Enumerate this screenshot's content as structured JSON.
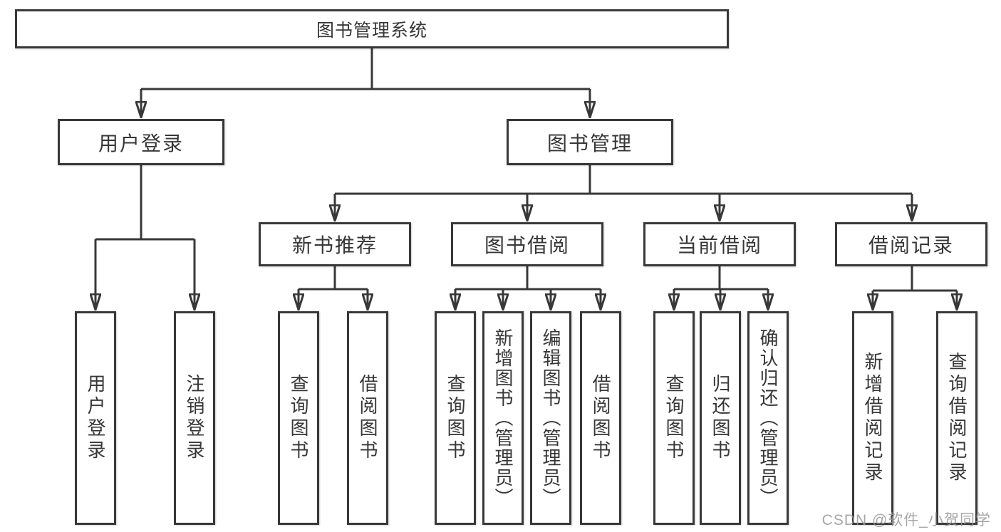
{
  "diagram": {
    "root": {
      "label": "图书管理系统"
    },
    "level2": [
      {
        "label": "用户登录"
      },
      {
        "label": "图书管理"
      }
    ],
    "level3": [
      {
        "label": "新书推荐"
      },
      {
        "label": "图书借阅"
      },
      {
        "label": "当前借阅"
      },
      {
        "label": "借阅记录"
      }
    ],
    "user_login_children": [
      {
        "label": "用户登录"
      },
      {
        "label": "注销登录"
      }
    ],
    "new_book_children": [
      {
        "label": "查询图书"
      },
      {
        "label": "借阅图书"
      }
    ],
    "book_borrow_children": [
      {
        "label": "查询图书"
      },
      {
        "label": "新增图书（管理员）"
      },
      {
        "label": "编辑图书（管理员）"
      },
      {
        "label": "借阅图书"
      }
    ],
    "current_borrow_children": [
      {
        "label": "查询图书"
      },
      {
        "label": "归还图书"
      },
      {
        "label": "确认归还（管理员）"
      }
    ],
    "records_children": [
      {
        "label": "新增借阅记录"
      },
      {
        "label": "查询借阅记录"
      }
    ],
    "watermark": {
      "text": "CSDN @软件_小贺同学"
    },
    "colors": {
      "line": "#383838",
      "text": "#373737",
      "watermark": "#989898",
      "background": "#ffffff"
    }
  }
}
